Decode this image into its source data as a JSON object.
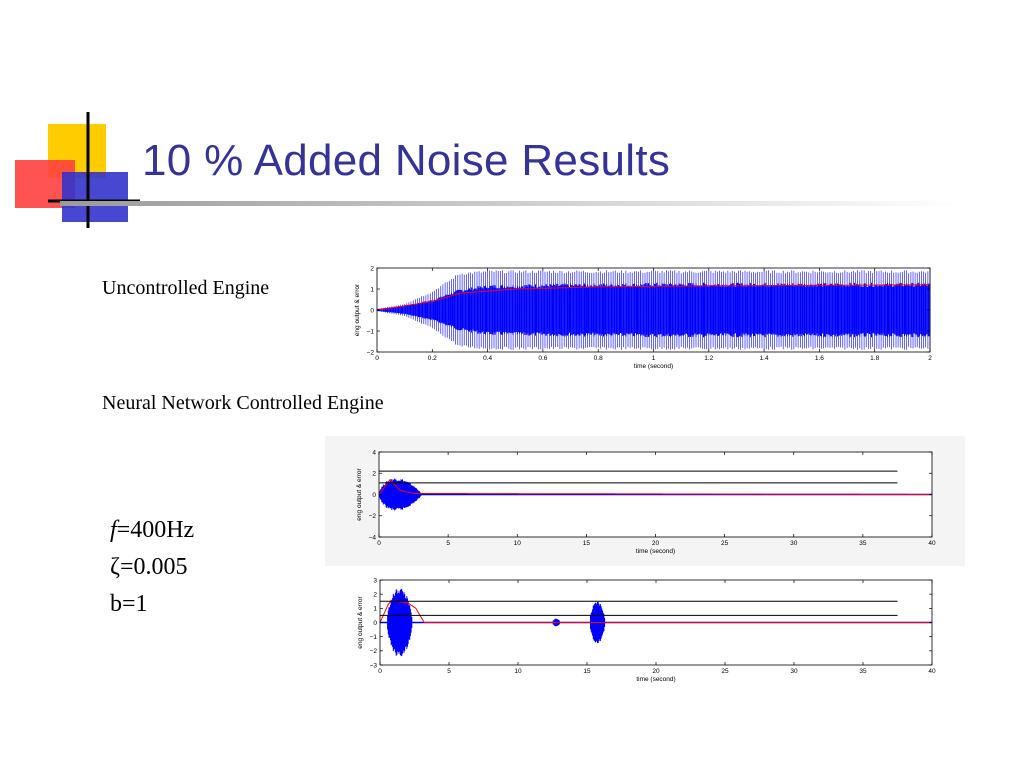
{
  "slide": {
    "title": "10 % Added Noise Results",
    "colors": {
      "title": "#333399",
      "logo_yellow": "#FFCC00",
      "logo_red": "#FF3333",
      "logo_blue": "#3333CC",
      "signal": "#0000FF",
      "reference": "#FF0000",
      "bounds": "#000000"
    }
  },
  "labels": {
    "uncontrolled": "Uncontrolled Engine",
    "nn_controlled": "Neural Network Controlled Engine"
  },
  "params": {
    "f_symbol": "f",
    "f_value": "=400Hz",
    "zeta": "ζ=0.005",
    "b": "b=1"
  },
  "chart_data": [
    {
      "type": "line",
      "name": "uncontrolled",
      "xlabel": "time (second)",
      "ylabel": "eng output & error",
      "xlim": [
        0,
        2
      ],
      "ylim": [
        -2,
        2
      ],
      "xticks": [
        0,
        0.2,
        0.4,
        0.6,
        0.8,
        1,
        1.2,
        1.4,
        1.6,
        1.8,
        2
      ],
      "yticks": [
        -2,
        -1,
        0,
        1,
        2
      ],
      "envelope": {
        "x": [
          0,
          0.1,
          0.2,
          0.3,
          0.4,
          0.6,
          1.0,
          2.0
        ],
        "amp": [
          0.05,
          0.2,
          0.5,
          1.0,
          1.2,
          1.25,
          1.3,
          1.3
        ],
        "peak": [
          0.05,
          0.3,
          0.9,
          1.8,
          1.9,
          1.9,
          1.9,
          1.9
        ]
      },
      "reference_line": {
        "x": [
          0,
          0.2,
          0.3,
          0.5,
          0.8,
          1.2,
          2.0
        ],
        "y": [
          0,
          0.4,
          0.8,
          1.0,
          1.1,
          1.15,
          1.2
        ]
      },
      "grid": false
    },
    {
      "type": "line",
      "name": "nn_controlled_1",
      "xlabel": "time (second)",
      "ylabel": "eng output & error",
      "xlim": [
        0,
        40
      ],
      "ylim": [
        -4,
        4
      ],
      "xticks": [
        0,
        5,
        10,
        15,
        20,
        25,
        30,
        35,
        40
      ],
      "yticks": [
        -4,
        -2,
        0,
        2,
        4
      ],
      "bounds": [
        2.2,
        1.1
      ],
      "bounds_xmax": 37.5,
      "bursts": [
        {
          "start": 0,
          "end": 5.5,
          "amp": [
            2.0,
            0.3
          ]
        }
      ],
      "reference_line": {
        "x": [
          0,
          0.8,
          1.5,
          2.5,
          40
        ],
        "y": [
          0,
          1.4,
          0.4,
          0.1,
          0
        ]
      },
      "grid": false
    },
    {
      "type": "line",
      "name": "nn_controlled_2",
      "xlabel": "time (second)",
      "ylabel": "eng output & error",
      "xlim": [
        0,
        40
      ],
      "ylim": [
        -3,
        3
      ],
      "xticks": [
        0,
        5,
        10,
        15,
        20,
        25,
        30,
        35,
        40
      ],
      "yticks": [
        -3,
        -2,
        -1,
        0,
        1,
        2,
        3
      ],
      "bounds": [
        1.5,
        0.5
      ],
      "bounds_xmax": 37.5,
      "bursts": [
        {
          "start": 0.5,
          "end": 3.8,
          "amp": [
            2.5,
            2.5
          ]
        },
        {
          "start": 12.5,
          "end": 13.5,
          "amp": [
            0.3,
            0.3
          ]
        },
        {
          "start": 15.2,
          "end": 17.2,
          "amp": [
            1.5,
            1.5
          ]
        }
      ],
      "reference_line": {
        "x": [
          0,
          0.7,
          1.0,
          2.0,
          2.6,
          3.2,
          40
        ],
        "y": [
          0,
          1.5,
          1.5,
          1.4,
          1.0,
          0,
          0
        ]
      },
      "grid": false
    }
  ]
}
